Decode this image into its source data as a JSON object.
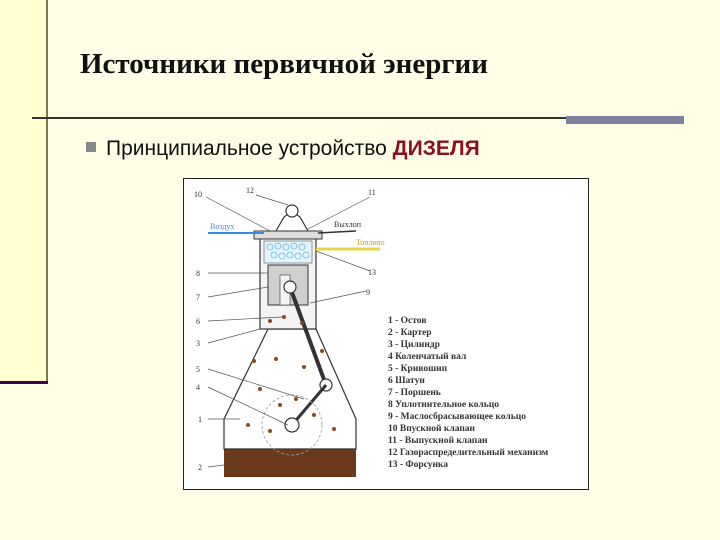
{
  "slide": {
    "title": "Источники первичной энергии",
    "bullet_prefix": "Принципиальное устройство ",
    "bullet_accent": "ДИЗЕЛЯ"
  },
  "figure": {
    "callouts": [
      "10",
      "12",
      "11",
      "8",
      "13",
      "7",
      "9",
      "6",
      "3",
      "5",
      "4",
      "1",
      "2"
    ],
    "inlet_label": "Воздух",
    "exhaust_label": "Выхлоп",
    "fuel_label": "Топливо",
    "legend": [
      "1 - Остов",
      "2 - Картер",
      "3 - Цилиндр",
      "4   Коленчатый вал",
      "5 - Кривошип",
      "6   Шатун",
      "7 - Поршень",
      "8   Уплотнительное кольцо",
      "9 - Маслосбрасывающее кольцо",
      "10   Впускной клапан",
      "11 - Выпускной клапан",
      "12   Газораспределительный механизм",
      "13 - Форсунка"
    ],
    "colors": {
      "oil": "#6b3a1c",
      "air": "#3a8ad8",
      "fuel": "#e8d24a",
      "cylinder_gray": "#c8c8c8",
      "particles": "#8a4a20"
    }
  }
}
